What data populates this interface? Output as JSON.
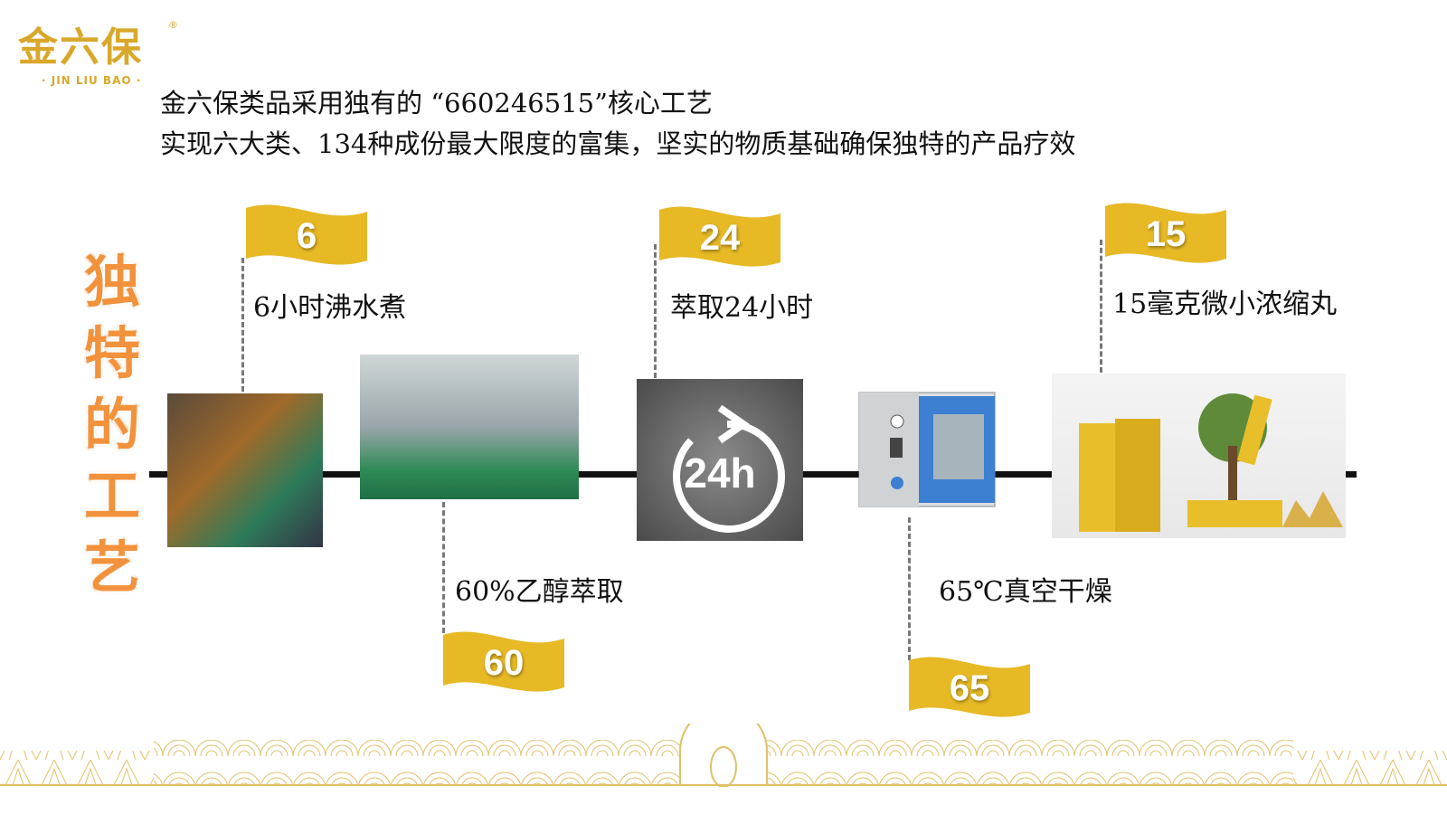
{
  "logo": {
    "cn": "金六保",
    "en": "· JIN LIU BAO ·",
    "reg": "®"
  },
  "header": {
    "line1": "金六保类品采用独有的 “660246515”核心工艺",
    "line2": "实现六大类、134种成份最大限度的富集，坚实的物质基础确保独特的产品疗效"
  },
  "side_title": [
    "独",
    "特",
    "的",
    "工",
    "艺"
  ],
  "steps": [
    {
      "flag": "6",
      "label": "6小时沸水煮"
    },
    {
      "flag": "60",
      "label": "60%乙醇萃取"
    },
    {
      "flag": "24",
      "label": "萃取24小时"
    },
    {
      "flag": "65",
      "label": "65℃真空干燥"
    },
    {
      "flag": "15",
      "label": "15毫克微小浓缩丸"
    }
  ],
  "image_24h": "24h",
  "colors": {
    "flag": "#e6b925",
    "title": "#f3923c",
    "gold": "#d9a82b"
  }
}
